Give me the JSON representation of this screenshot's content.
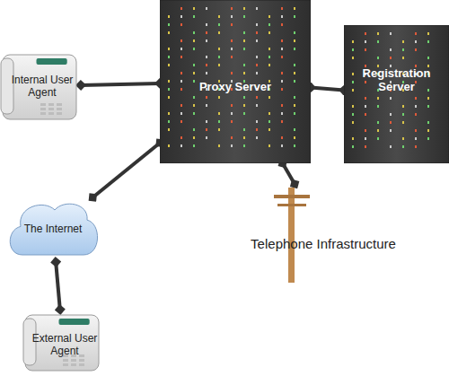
{
  "diagram": {
    "nodes": [
      {
        "text": [
          "Internal User Agent"
        ]
      },
      {
        "text": [
          "Proxy Server"
        ]
      },
      {
        "text": [
          "Registration Server"
        ]
      },
      {
        "text": [
          "The Internet"
        ]
      },
      {
        "text": [
          "Telephone Infrastructure"
        ]
      },
      {
        "text": [
          "External User Agent"
        ]
      }
    ],
    "edges": [
      {
        "from": 0,
        "to": 1,
        "arrow": "none"
      },
      {
        "from": 1,
        "to": 2,
        "arrow": "none"
      },
      {
        "from": 1,
        "to": 3,
        "arrow": "none"
      },
      {
        "from": 3,
        "to": 5,
        "arrow": "none"
      },
      {
        "from": 1,
        "to": 4,
        "arrow": "none"
      }
    ]
  }
}
